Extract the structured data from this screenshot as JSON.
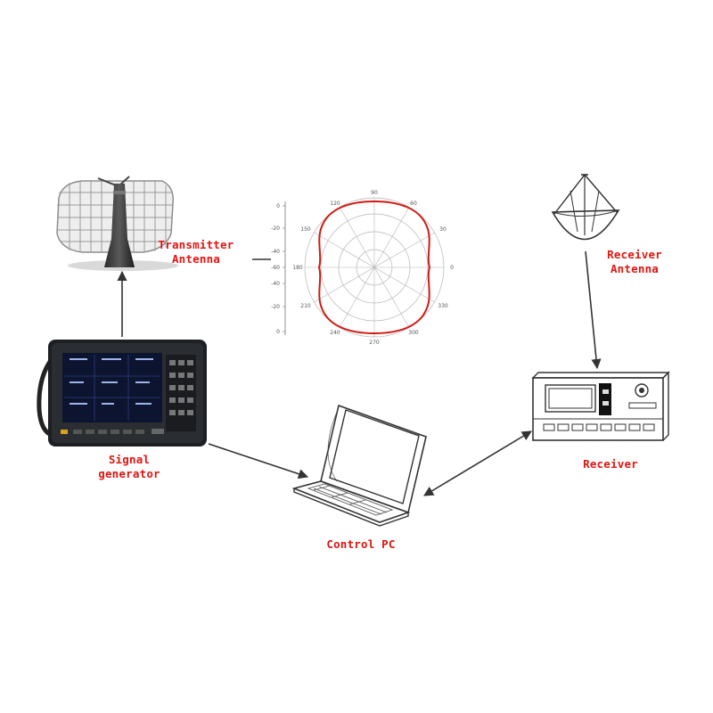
{
  "labels": {
    "transmitter_line1": "Transmitter",
    "transmitter_line2": "Antenna",
    "receiver_antenna_line1": "Receiver",
    "receiver_antenna_line2": "Antenna",
    "signal_generator_line1": "Signal",
    "signal_generator_line2": "generator",
    "control_pc": "Control PC",
    "receiver": "Receiver"
  },
  "polar_plot": {
    "angle_ticks": [
      "90",
      "60",
      "30",
      "0",
      "330",
      "300",
      "270",
      "240",
      "210",
      "180",
      "150",
      "120"
    ],
    "radial_ticks": [
      "0",
      "-20",
      "-40",
      "-60",
      "-40",
      "-20",
      "0"
    ]
  },
  "colors": {
    "label": "#e0140f",
    "pattern": "#d11a12",
    "connector": "#333333"
  }
}
